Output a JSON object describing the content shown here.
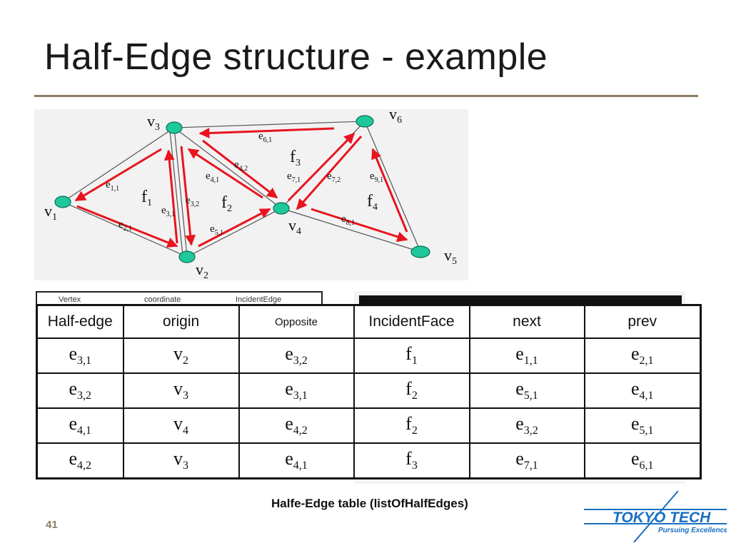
{
  "slide": {
    "title": "Half-Edge structure - example",
    "caption": "Halfe-Edge table (listOfHalfEdges)",
    "page_number": "41"
  },
  "diagram": {
    "vertices": [
      {
        "id": "v1",
        "main": "v",
        "sub": "1"
      },
      {
        "id": "v2",
        "main": "v",
        "sub": "2"
      },
      {
        "id": "v3",
        "main": "v",
        "sub": "3"
      },
      {
        "id": "v4",
        "main": "v",
        "sub": "4"
      },
      {
        "id": "v5",
        "main": "v",
        "sub": "5"
      },
      {
        "id": "v6",
        "main": "v",
        "sub": "6"
      }
    ],
    "faces": [
      {
        "id": "f1",
        "main": "f",
        "sub": "1"
      },
      {
        "id": "f2",
        "main": "f",
        "sub": "2"
      },
      {
        "id": "f3",
        "main": "f",
        "sub": "3"
      },
      {
        "id": "f4",
        "main": "f",
        "sub": "4"
      }
    ],
    "edge_labels": [
      {
        "id": "e11",
        "main": "e",
        "sub": "1,1"
      },
      {
        "id": "e21",
        "main": "e",
        "sub": "2,1"
      },
      {
        "id": "e31",
        "main": "e",
        "sub": "3,1"
      },
      {
        "id": "e32",
        "main": "e",
        "sub": "3,2"
      },
      {
        "id": "e41",
        "main": "e",
        "sub": "4,1"
      },
      {
        "id": "e42",
        "main": "e",
        "sub": "4,2"
      },
      {
        "id": "e51",
        "main": "e",
        "sub": "5,1"
      },
      {
        "id": "e61",
        "main": "e",
        "sub": "6,1"
      },
      {
        "id": "e71",
        "main": "e",
        "sub": "7,1"
      },
      {
        "id": "e72",
        "main": "e",
        "sub": "7,2"
      },
      {
        "id": "e81",
        "main": "e",
        "sub": "8,1"
      },
      {
        "id": "e91",
        "main": "e",
        "sub": "9,1"
      }
    ],
    "vertex_color": "#1ec89a",
    "arrow_color": "#e8141e"
  },
  "background_table": {
    "headers": [
      "Vertex",
      "coordinate",
      "IncidentEdge"
    ]
  },
  "halfedge_table": {
    "headers": [
      "Half-edge",
      "origin",
      "Opposite",
      "IncidentFace",
      "next",
      "prev"
    ],
    "rows": [
      [
        {
          "m": "e",
          "s": "3,1"
        },
        {
          "m": "v",
          "s": "2"
        },
        {
          "m": "e",
          "s": "3,2"
        },
        {
          "m": "f",
          "s": "1"
        },
        {
          "m": "e",
          "s": "1,1"
        },
        {
          "m": "e",
          "s": "2,1"
        }
      ],
      [
        {
          "m": "e",
          "s": "3,2"
        },
        {
          "m": "v",
          "s": "3"
        },
        {
          "m": "e",
          "s": "3,1"
        },
        {
          "m": "f",
          "s": "2"
        },
        {
          "m": "e",
          "s": "5,1"
        },
        {
          "m": "e",
          "s": "4,1"
        }
      ],
      [
        {
          "m": "e",
          "s": "4,1"
        },
        {
          "m": "v",
          "s": "4"
        },
        {
          "m": "e",
          "s": "4,2"
        },
        {
          "m": "f",
          "s": "2"
        },
        {
          "m": "e",
          "s": "3,2"
        },
        {
          "m": "e",
          "s": "5,1"
        }
      ],
      [
        {
          "m": "e",
          "s": "4,2"
        },
        {
          "m": "v",
          "s": "3"
        },
        {
          "m": "e",
          "s": "4,1"
        },
        {
          "m": "f",
          "s": "3"
        },
        {
          "m": "e",
          "s": "7,1"
        },
        {
          "m": "e",
          "s": "6,1"
        }
      ]
    ]
  },
  "logo": {
    "name": "TOKYO TECH",
    "tagline": "Pursuing Excellence",
    "color": "#1a6fc0"
  },
  "colors": {
    "rule": "#8a7d62",
    "page_number": "#8a7d62"
  }
}
